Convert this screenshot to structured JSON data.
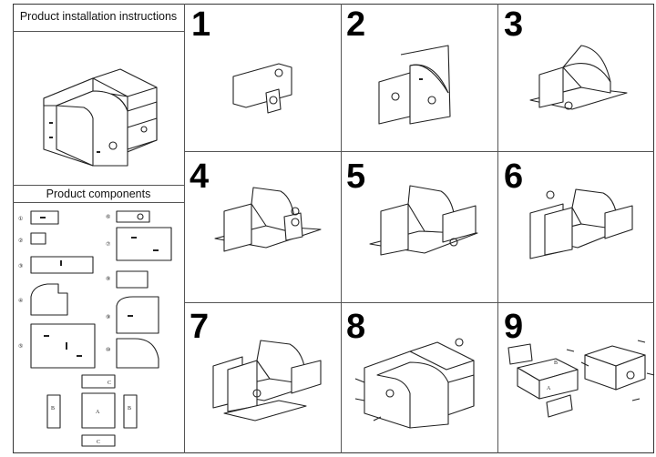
{
  "sections": {
    "install_title": "Product installation instructions",
    "components_title": "Product components"
  },
  "steps": [
    "1",
    "2",
    "3",
    "4",
    "5",
    "6",
    "7",
    "8",
    "9"
  ],
  "components": [
    {
      "label": "①"
    },
    {
      "label": "②"
    },
    {
      "label": "③"
    },
    {
      "label": "④"
    },
    {
      "label": "⑤"
    },
    {
      "label": "⑥"
    },
    {
      "label": "⑦"
    },
    {
      "label": "⑧"
    },
    {
      "label": "⑨"
    },
    {
      "label": "⑩"
    }
  ],
  "drawer_parts": {
    "a": "A",
    "b": "B",
    "c": "C"
  }
}
